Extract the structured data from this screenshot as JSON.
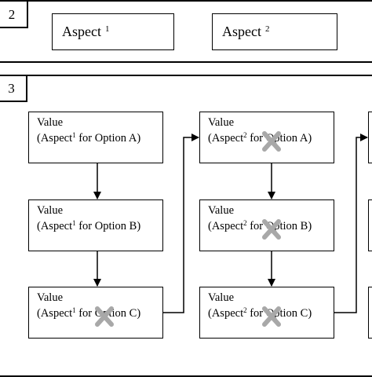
{
  "panel2": {
    "number": "2",
    "aspects": [
      {
        "label": "Aspect",
        "sup": "1"
      },
      {
        "label": "Aspect",
        "sup": "2"
      }
    ]
  },
  "panel3": {
    "number": "3",
    "columns": [
      {
        "boxes": [
          {
            "line1": "Value",
            "pre": "(Aspect",
            "sup": "1",
            "post": " for Option A)",
            "crossed": false
          },
          {
            "line1": "Value",
            "pre": "(Aspect",
            "sup": "1",
            "post": " for Option B)",
            "crossed": false
          },
          {
            "line1": "Value",
            "pre": "(Aspect",
            "sup": "1",
            "post": " for Option C)",
            "crossed": true
          }
        ]
      },
      {
        "boxes": [
          {
            "line1": "Value",
            "pre": "(Aspect",
            "sup": "2",
            "post": " for Option A)",
            "crossed": true
          },
          {
            "line1": "Value",
            "pre": "(Aspect",
            "sup": "2",
            "post": " for Option B)",
            "crossed": true
          },
          {
            "line1": "Value",
            "pre": "(Aspect",
            "sup": "2",
            "post": " for Option C)",
            "crossed": true
          }
        ]
      }
    ]
  },
  "colors": {
    "cross": "#a8a8a8",
    "stroke": "#000000"
  },
  "icons": {
    "cross": "x-mark-icon",
    "arrow": "arrow-icon"
  }
}
